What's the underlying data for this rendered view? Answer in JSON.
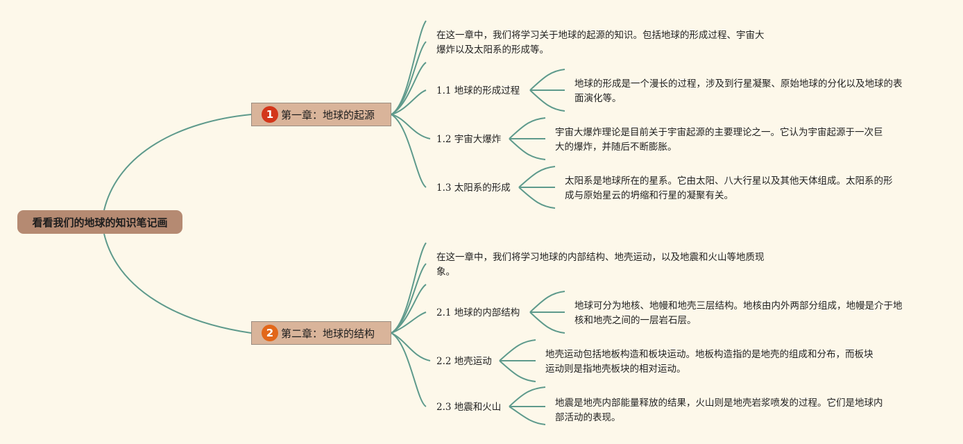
{
  "root": {
    "title": "看看我们的地球的知识笔记画"
  },
  "colors": {
    "line": "#5e9a8c",
    "badge1": "#d3361a",
    "badge2": "#e2671a",
    "root_bg": "#b58a72",
    "chapter_bg": "#d9b49a"
  },
  "chapters": [
    {
      "badge": "1",
      "title": "第一章：地球的起源",
      "intro": [
        "在这一章中，我们将学习关于地球的起源的知识。包括地球的形成过程、宇宙大",
        "爆炸以及太阳系的形成等。"
      ],
      "sections": [
        {
          "num": "1.1",
          "title": "地球的形成过程",
          "desc": [
            "地球的形成是一个漫长的过程，涉及到行星凝聚、原始地球的分化以及地球的表",
            "面演化等。"
          ]
        },
        {
          "num": "1.2",
          "title": "宇宙大爆炸",
          "desc": [
            "宇宙大爆炸理论是目前关于宇宙起源的主要理论之一。它认为宇宙起源于一次巨",
            "大的爆炸，并随后不断膨胀。"
          ]
        },
        {
          "num": "1.3",
          "title": "太阳系的形成",
          "desc": [
            "太阳系是地球所在的星系。它由太阳、八大行星以及其他天体组成。太阳系的形",
            "成与原始星云的坍缩和行星的凝聚有关。"
          ]
        }
      ]
    },
    {
      "badge": "2",
      "title": "第二章：地球的结构",
      "intro": [
        "在这一章中，我们将学习地球的内部结构、地壳运动，以及地震和火山等地质现",
        "象。"
      ],
      "sections": [
        {
          "num": "2.1",
          "title": "地球的内部结构",
          "desc": [
            "地球可分为地核、地幔和地壳三层结构。地核由内外两部分组成，地幔是介于地",
            "核和地壳之间的一层岩石层。"
          ]
        },
        {
          "num": "2.2",
          "title": "地壳运动",
          "desc": [
            "地壳运动包括地板构造和板块运动。地板构造指的是地壳的组成和分布，而板块",
            "运动则是指地壳板块的相对运动。"
          ]
        },
        {
          "num": "2.3",
          "title": "地震和火山",
          "desc": [
            "地震是地壳内部能量释放的结果，火山则是地壳岩浆喷发的过程。它们是地球内",
            "部活动的表现。"
          ]
        }
      ]
    }
  ]
}
